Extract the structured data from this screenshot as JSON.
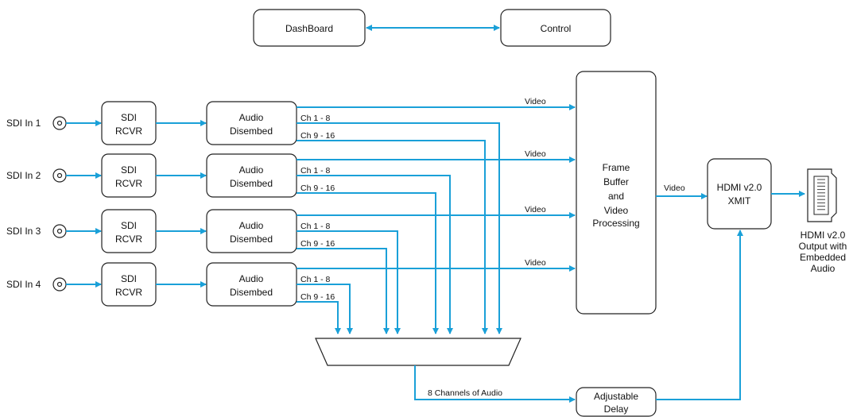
{
  "top": {
    "dashboard": "DashBoard",
    "control": "Control"
  },
  "inputs": [
    {
      "label": "SDI In 1"
    },
    {
      "label": "SDI In 2"
    },
    {
      "label": "SDI In 3"
    },
    {
      "label": "SDI In 4"
    }
  ],
  "rcvr": {
    "line1": "SDI",
    "line2": "RCVR"
  },
  "disembed": {
    "line1": "Audio",
    "line2": "Disembed"
  },
  "channels": {
    "a": "Ch 1 - 8",
    "b": "Ch 9 - 16"
  },
  "wire_labels": {
    "video": "Video",
    "audio8": "8 Channels of Audio"
  },
  "frame_buffer": [
    "Frame",
    "Buffer",
    "and",
    "Video",
    "Processing"
  ],
  "hdmi": {
    "line1": "HDMI v2.0",
    "line2": "XMIT"
  },
  "output": [
    "HDMI v2.0",
    "Output with",
    "Embedded",
    "Audio"
  ],
  "delay": {
    "line1": "Adjustable",
    "line2": "Delay"
  },
  "colors": {
    "wire": "#1aa0d8",
    "stroke": "#222222"
  }
}
